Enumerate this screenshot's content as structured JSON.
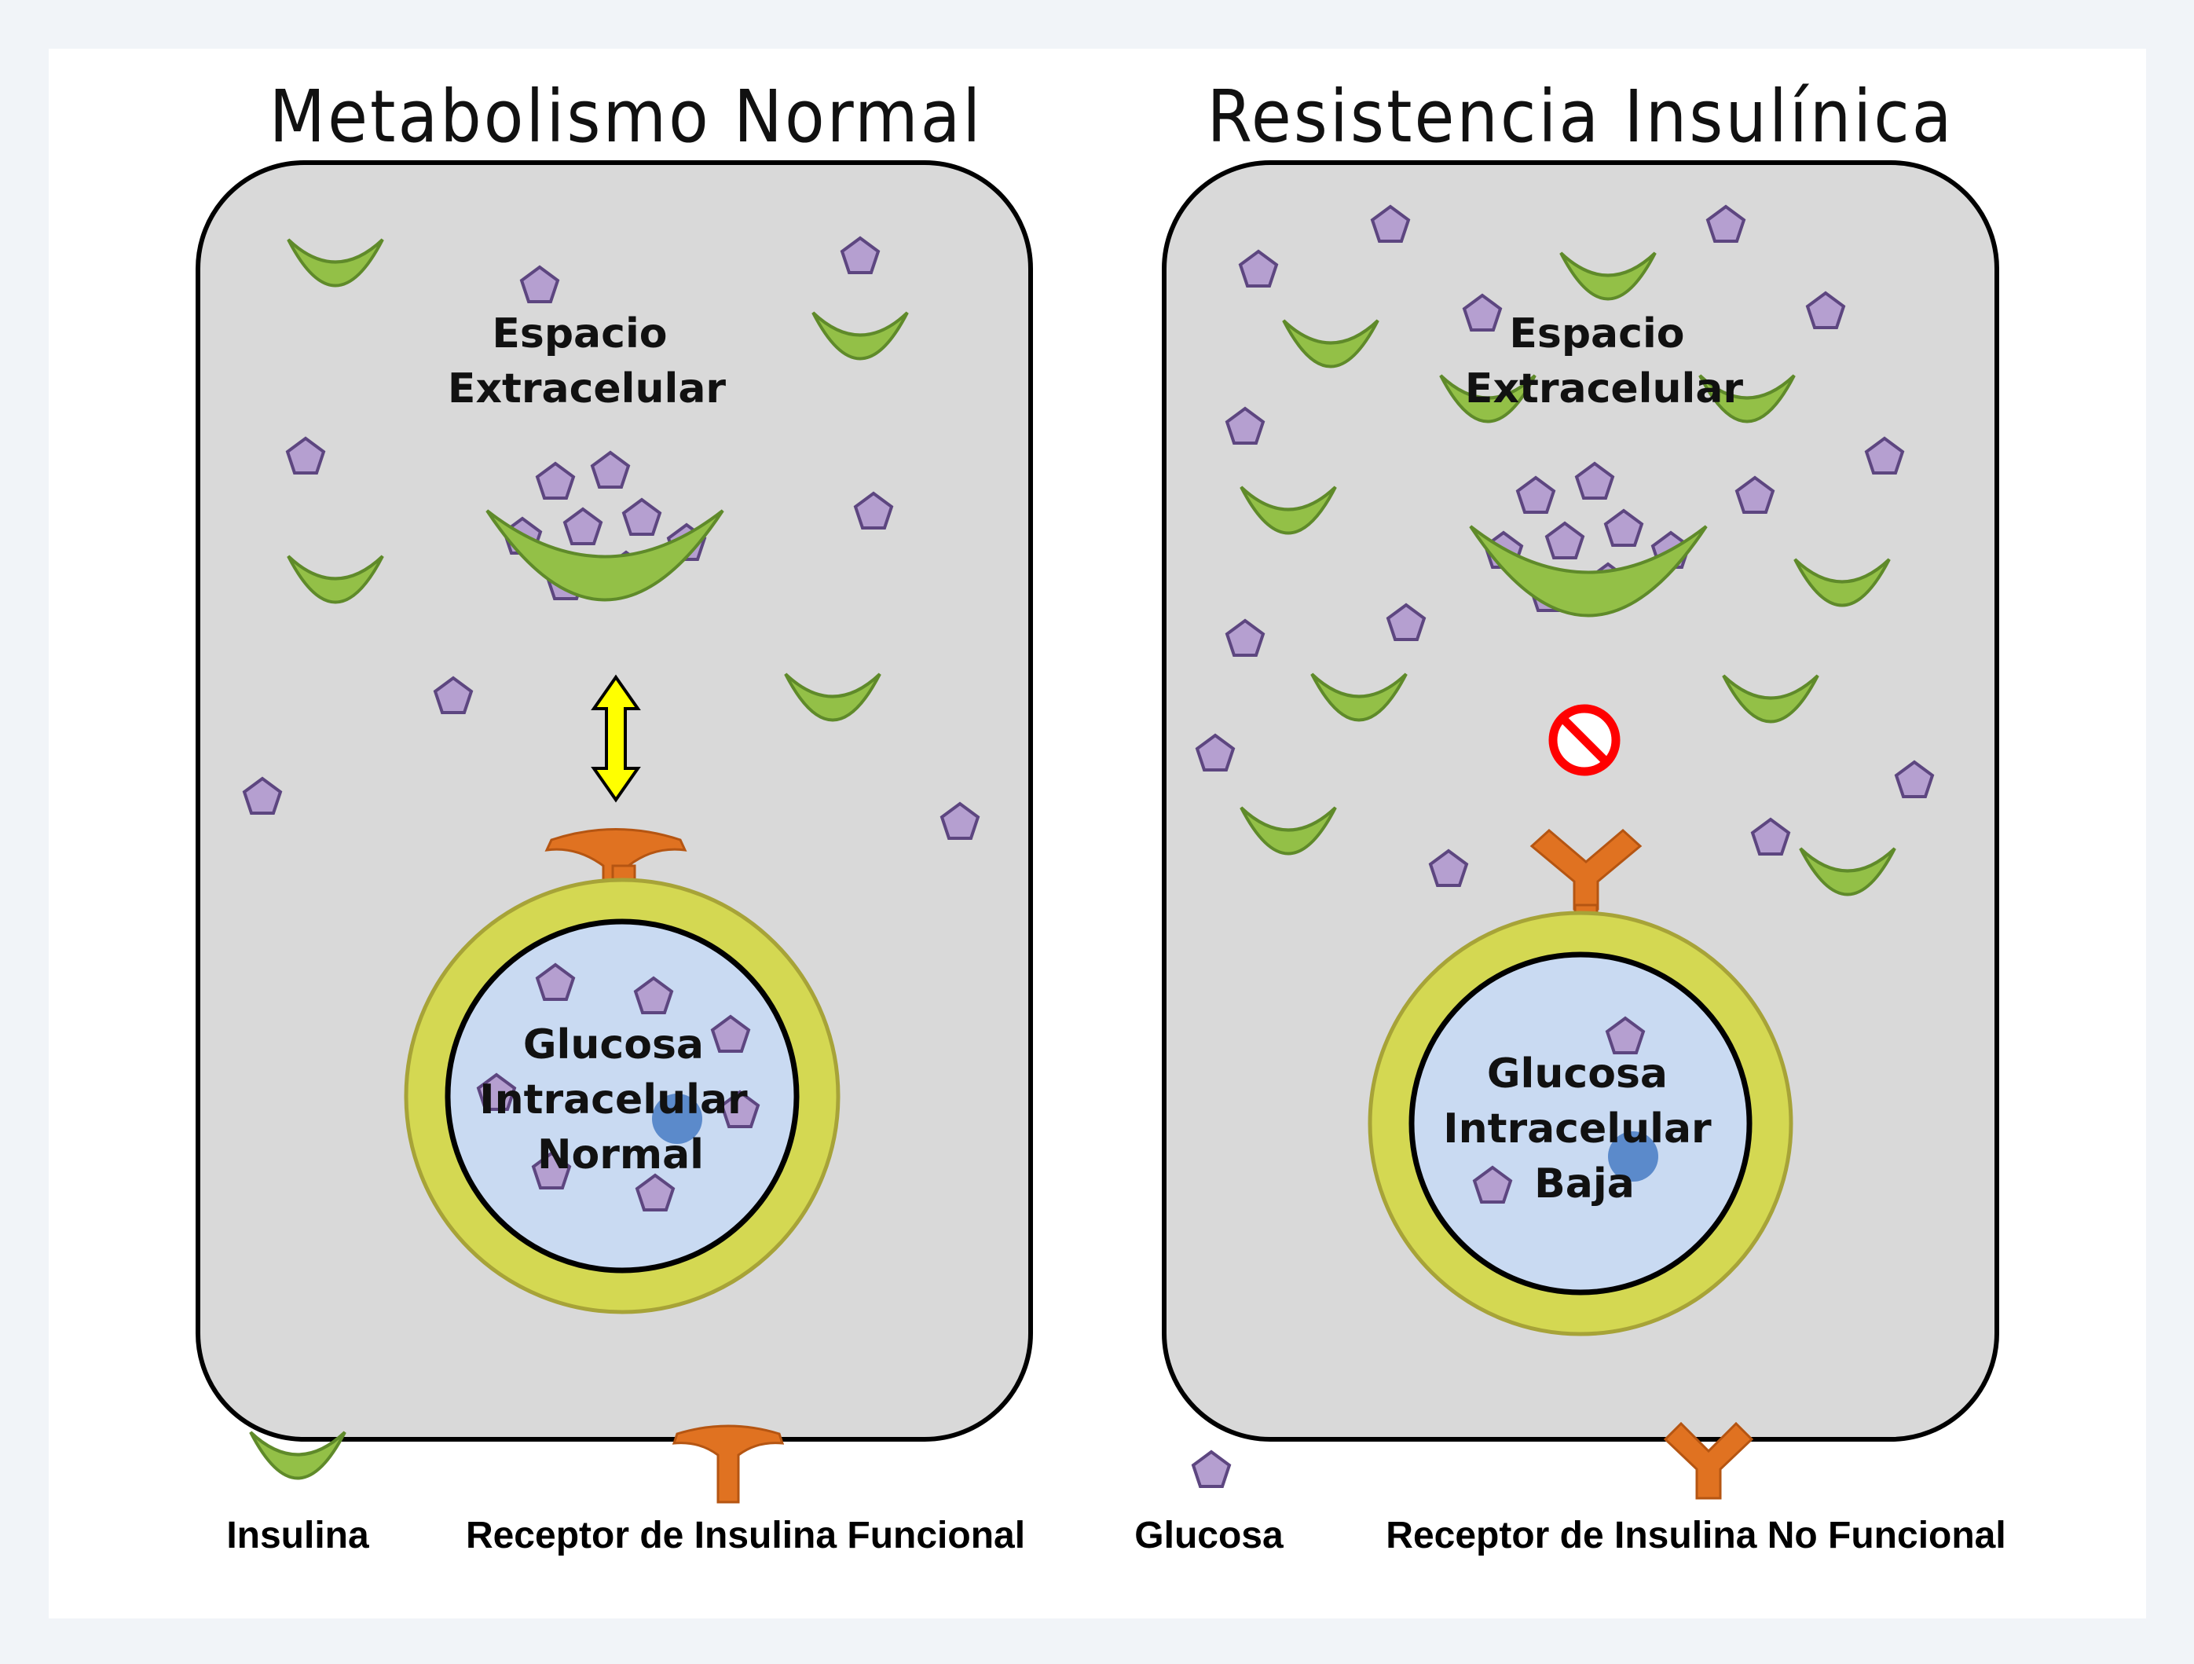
{
  "panels": {
    "normal": {
      "title": "Metabolismo Normal",
      "extracellular_label": [
        "Espacio",
        "Extracelular"
      ],
      "intracellular_label": [
        "Glucosa",
        "Intracelular",
        "Normal"
      ]
    },
    "resistance": {
      "title": "Resistencia Insulínica",
      "extracellular_label": [
        "Espacio",
        "Extracelular"
      ],
      "intracellular_label": [
        "Glucosa",
        "Intracelular",
        "Baja"
      ]
    }
  },
  "legend": {
    "insulin": "Insulina",
    "functional_receptor": "Receptor de Insulina Funcional",
    "glucose": "Glucosa",
    "nonfunctional_receptor": "Receptor de Insulina No Funcional"
  },
  "icons": {
    "insulin": "insulin-icon",
    "glucose": "glucose-icon",
    "functional_receptor": "functional-receptor-icon",
    "nonfunctional_receptor": "nonfunctional-receptor-icon",
    "binding": "double-arrow-icon",
    "blocked": "prohibited-icon"
  },
  "colors": {
    "insulin_fill": "#93c047",
    "insulin_stroke": "#5f8a2a",
    "glucose_fill": "#b59fd0",
    "glucose_stroke": "#5d4680",
    "receptor": "#e07221",
    "cell_membrane": "#d4d852",
    "cytoplasm": "#c9daf2",
    "nucleus": "#4f81c7",
    "compartment": "#d9d9d9",
    "arrow": "#ffff00",
    "prohibited": "#ff0000"
  }
}
